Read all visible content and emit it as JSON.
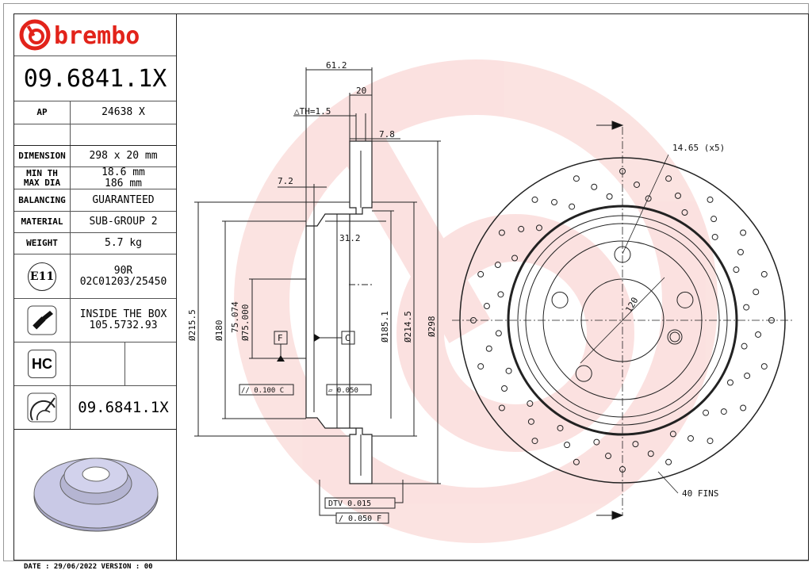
{
  "brand": {
    "logo_text": "brembo",
    "color": "#e2231a"
  },
  "part_number": "09.6841.1X",
  "table": {
    "ap": {
      "label": "AP",
      "value": "24638 X"
    },
    "dimension": {
      "label": "DIMENSION",
      "value": "298 x 20 mm"
    },
    "min_th": {
      "label": "MIN TH",
      "value": "18.6 mm"
    },
    "max_dia": {
      "label": "MAX DIA",
      "value": "186 mm"
    },
    "balancing": {
      "label": "BALANCING",
      "value": "GUARANTEED"
    },
    "material": {
      "label": "MATERIAL",
      "value": "SUB-GROUP 2"
    },
    "weight": {
      "label": "WEIGHT",
      "value": "5.7 kg"
    },
    "approval": {
      "icon": "E11",
      "line1": "90R",
      "line2": "02C01203/25450"
    },
    "screw": {
      "icon": "screw-icon",
      "line1": "INSIDE THE BOX",
      "line2": "105.5732.93"
    },
    "hc": {
      "icon": "HC"
    },
    "drilled": {
      "icon": "drilled-disc-icon",
      "value": "09.6841.1X"
    }
  },
  "footer": {
    "date": "DATE : 29/06/2022 VERSION : 00"
  },
  "drawing": {
    "dims": {
      "d61": "61.2",
      "d20": "20",
      "th": "△TH=1.5",
      "d78": "7.8",
      "d72": "7.2",
      "d312": "31.2",
      "dia2155": "Ø215.5",
      "dia180": "Ø180",
      "dia75a": "75.074",
      "dia75b": "Ø75.000",
      "dia1851": "Ø185.1",
      "dia2145": "Ø214.5",
      "dia298": "Ø298",
      "datum_f": "F",
      "datum_c": "C",
      "par": "// 0.100 C",
      "flat": "▱ 0.050",
      "dtv": "DTV 0.015",
      "runout": "/ 0.050 F",
      "holes": "14.65 (x5)",
      "pcd": "120",
      "fins": "40 FINS"
    }
  }
}
